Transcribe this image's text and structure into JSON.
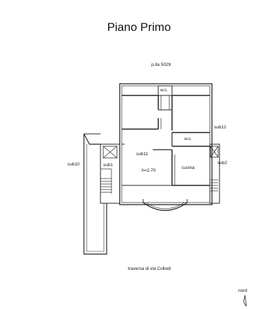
{
  "title": "Piano Primo",
  "parcel": "p.lla 5029",
  "labels": {
    "wc_top": "w.c.",
    "wc_right": "w.c.",
    "sub11": "sub11",
    "sub1": "sub1",
    "sub10": "sub10",
    "sub12": "sub12",
    "sub2": "sub2",
    "height": "h=2.70",
    "kitchen": "cucina",
    "street": "traversa di via Collodi",
    "north": "nord"
  },
  "colors": {
    "ink": "#111111",
    "background": "#ffffff"
  },
  "icons": {
    "north_arrow": "north-arrow-icon"
  }
}
